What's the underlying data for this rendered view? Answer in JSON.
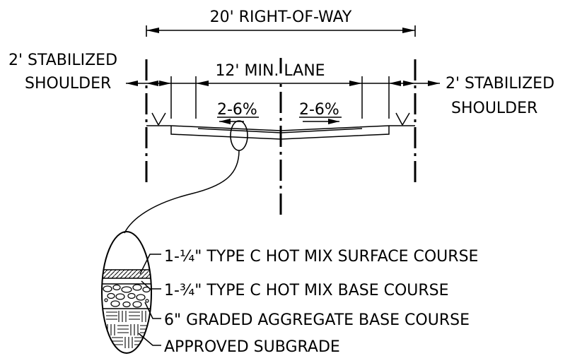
{
  "labels": {
    "row": "20' RIGHT-OF-WAY",
    "lane": "12' MIN. LANE",
    "shoulder_left_1": "2' STABILIZED",
    "shoulder_left_2": "SHOULDER",
    "shoulder_right_1": "2' STABILIZED",
    "shoulder_right_2": "SHOULDER",
    "slope_left": "2-6%",
    "slope_right": "2-6%"
  },
  "layers": [
    {
      "pre": "1-",
      "frac": "¼",
      "post": "\" TYPE C HOT MIX SURFACE COURSE"
    },
    {
      "pre": "1-",
      "frac": "¾",
      "post": "\" TYPE C HOT MIX BASE COURSE"
    },
    {
      "pre": "",
      "frac": "",
      "post": "6\" GRADED AGGREGATE BASE COURSE"
    },
    {
      "pre": "",
      "frac": "",
      "post": "APPROVED SUBGRADE"
    }
  ]
}
